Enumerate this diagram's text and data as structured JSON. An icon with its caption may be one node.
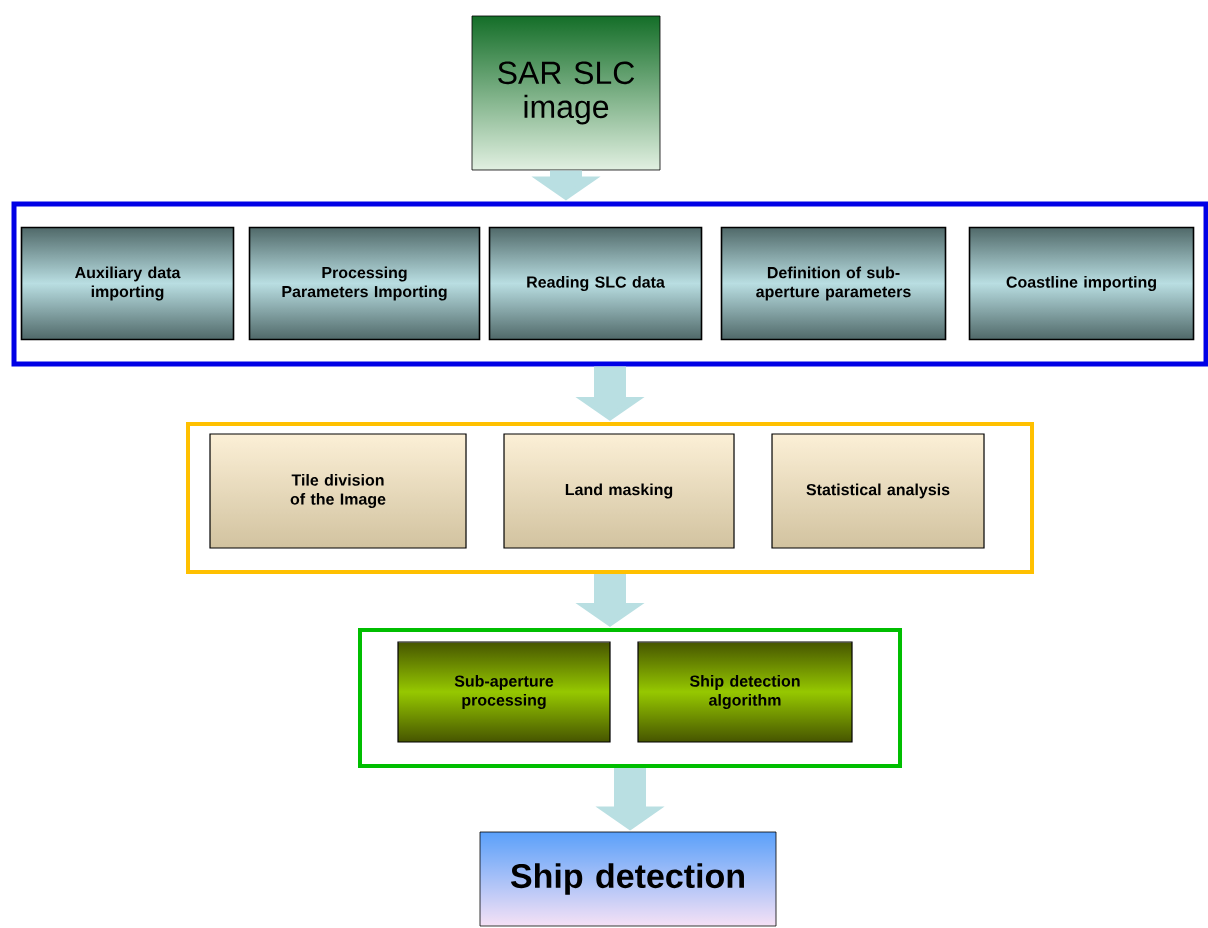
{
  "diagram": {
    "nodes": [
      {
        "text": [
          "SAR SLC image"
        ]
      },
      {
        "text": [],
        "shape": "box"
      },
      {
        "text": [
          "Auxiliary data importing"
        ],
        "in": 1
      },
      {
        "text": [
          "Processing Parameters Importing"
        ],
        "in": 1
      },
      {
        "text": [
          "Reading SLC data"
        ],
        "in": 1
      },
      {
        "text": [
          "Definition of sub-aperture parameters"
        ],
        "in": 1
      },
      {
        "text": [
          "Coastline importing"
        ],
        "in": 1
      },
      {
        "text": [],
        "shape": "box"
      },
      {
        "text": [
          "Tile division of the Image"
        ],
        "in": 7
      },
      {
        "text": [
          "Land masking"
        ],
        "in": 7
      },
      {
        "text": [
          "Statistical analysis"
        ],
        "in": 7
      },
      {
        "text": [],
        "shape": "box"
      },
      {
        "text": [
          "Sub-aperture processing"
        ],
        "in": 11
      },
      {
        "text": [
          "Ship detection algorithm"
        ],
        "in": 11
      },
      {
        "text": [
          "Ship detection"
        ]
      }
    ],
    "edges": [
      {
        "from": 0,
        "to": 1,
        "arrow": "to",
        "color": "#b9dfe2"
      },
      {
        "from": 1,
        "to": 7,
        "arrow": "to",
        "color": "#b9dfe2"
      },
      {
        "from": 7,
        "to": 11,
        "arrow": "to",
        "color": "#b9dfe2"
      },
      {
        "from": 11,
        "to": 14,
        "arrow": "to",
        "color": "#b9dfe2"
      }
    ]
  }
}
